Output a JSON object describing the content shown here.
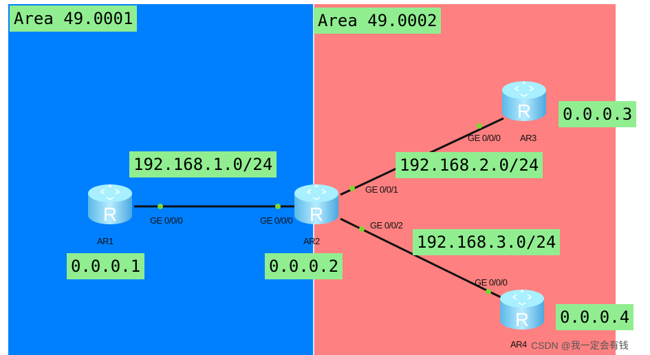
{
  "areas": [
    {
      "label": "Area 49.0001",
      "color": "#0080ff"
    },
    {
      "label": "Area 49.0002",
      "color": "#ff8080"
    }
  ],
  "networks": [
    "192.168.1.0/24",
    "192.168.2.0/24",
    "192.168.3.0/24"
  ],
  "routers": [
    {
      "name": "AR1",
      "router_id": "0.0.0.1"
    },
    {
      "name": "AR2",
      "router_id": "0.0.0.2"
    },
    {
      "name": "AR3",
      "router_id": "0.0.0.3"
    },
    {
      "name": "AR4",
      "router_id": "0.0.0.4"
    }
  ],
  "interfaces": {
    "ar1_g0": "GE 0/0/0",
    "ar2_g0": "GE 0/0/0",
    "ar2_g1": "GE 0/0/1",
    "ar2_g2": "GE 0/0/2",
    "ar3_g0": "GE 0/0/0",
    "ar4_g0": "GE 0/0/0"
  },
  "label_color": "#90ee90",
  "watermark": "CSDN @我一定会有钱"
}
